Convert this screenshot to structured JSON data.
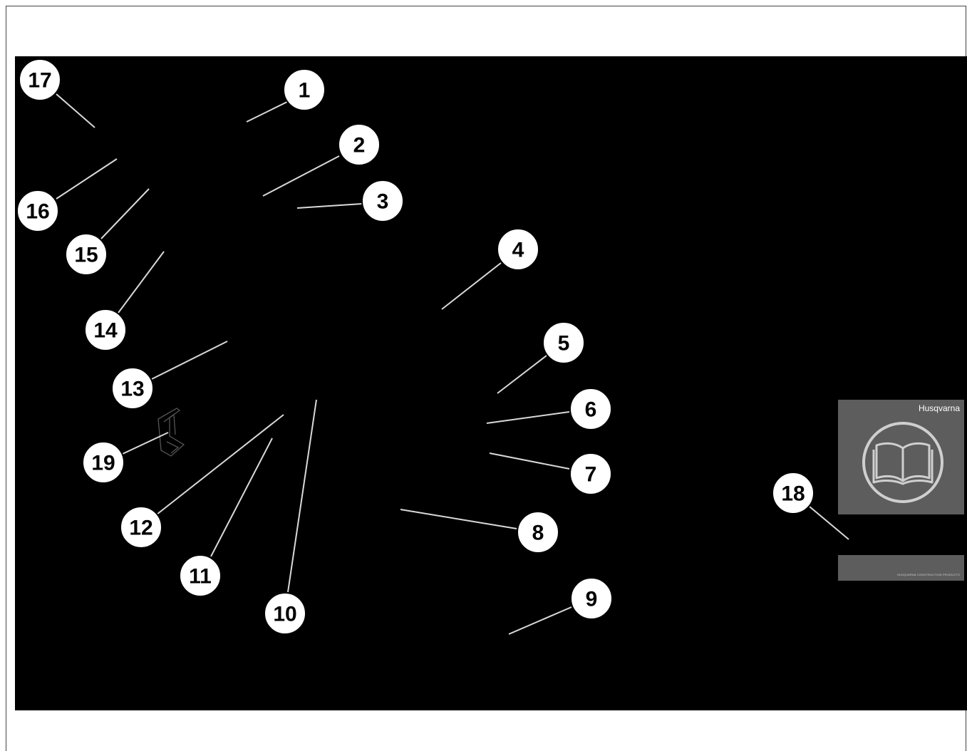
{
  "callouts": [
    {
      "label": "1"
    },
    {
      "label": "2"
    },
    {
      "label": "3"
    },
    {
      "label": "4"
    },
    {
      "label": "5"
    },
    {
      "label": "6"
    },
    {
      "label": "7"
    },
    {
      "label": "8"
    },
    {
      "label": "9"
    },
    {
      "label": "10"
    },
    {
      "label": "11"
    },
    {
      "label": "12"
    },
    {
      "label": "13"
    },
    {
      "label": "14"
    },
    {
      "label": "15"
    },
    {
      "label": "16"
    },
    {
      "label": "17"
    },
    {
      "label": "18"
    },
    {
      "label": "19"
    }
  ],
  "manual": {
    "brand": "Husqvarna",
    "fine_print": "HUSQVARNA CONSTRUCTION PRODUCTS",
    "icon": "book-icon"
  },
  "colors": {
    "background": "#000000",
    "callout_fill": "#ffffff",
    "leader_line": "#d9d9d9",
    "manual_cover": "#5d5d5d"
  }
}
